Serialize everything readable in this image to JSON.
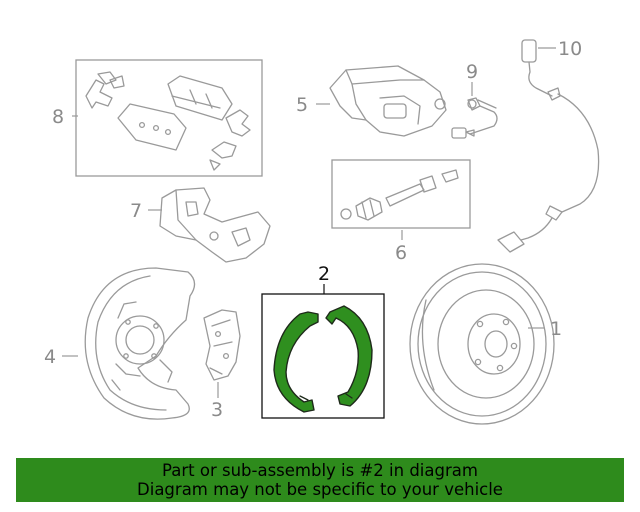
{
  "callouts": {
    "c1": "1",
    "c2": "2",
    "c3": "3",
    "c4": "4",
    "c5": "5",
    "c6": "6",
    "c7": "7",
    "c8": "8",
    "c9": "9",
    "c10": "10"
  },
  "highlight": {
    "part": "2",
    "color": "#2e8b1c"
  },
  "banner": {
    "line1": "Part or sub-assembly is #2 in diagram",
    "line2": "Diagram may not be specific to your vehicle"
  }
}
